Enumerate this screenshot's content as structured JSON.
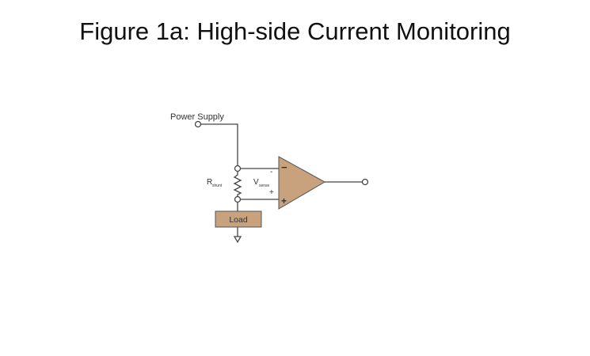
{
  "title": "Figure 1a: High-side Current Monitoring",
  "diagram": {
    "power_supply_label": "Power Supply",
    "rshunt_main": "R",
    "rshunt_sub": "shunt",
    "vsense_main": "V",
    "vsense_sub": "sense",
    "minus_sign": "-",
    "plus_sign": "+",
    "opamp_minus": "−",
    "opamp_plus": "+",
    "load_label": "Load",
    "colors": {
      "component_fill": "#c7a27c",
      "stroke": "#444444"
    }
  }
}
